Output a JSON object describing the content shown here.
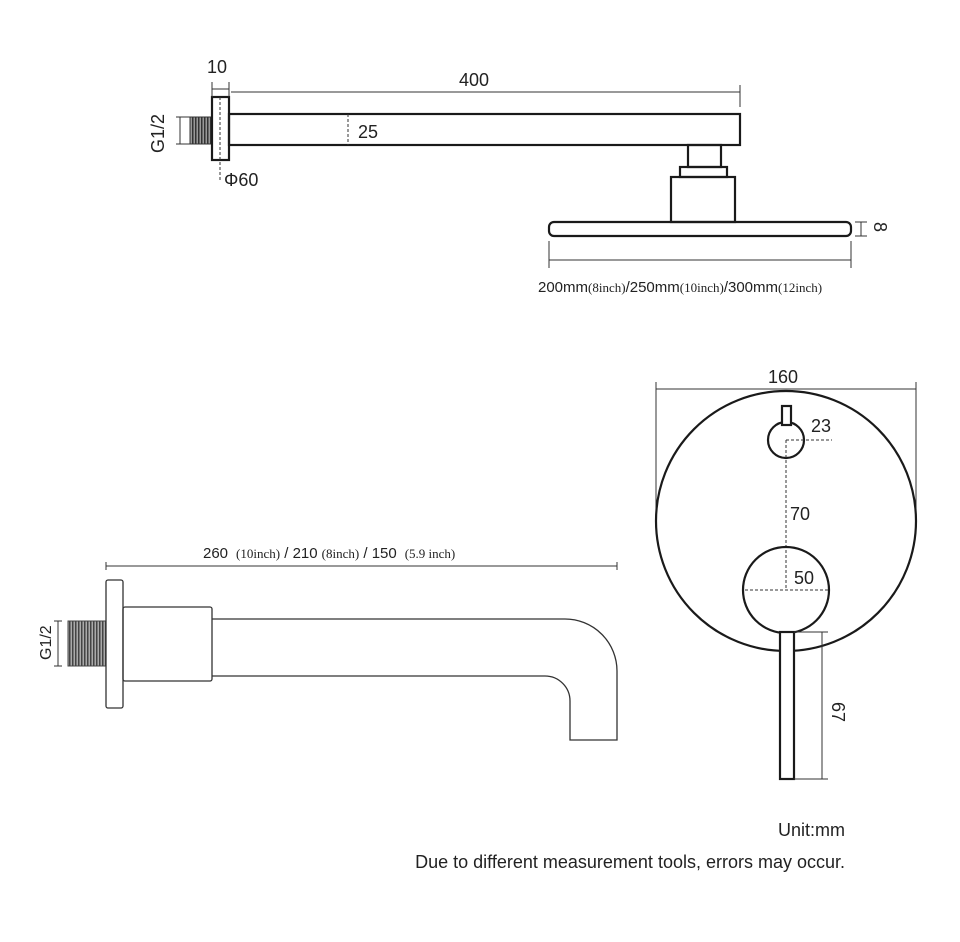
{
  "shower_arm": {
    "flange_thickness": "10",
    "arm_length": "400",
    "arm_height": "25",
    "thread": "G1/2",
    "flange_diameter": "Φ60",
    "head_thickness": "8",
    "head_sizes": {
      "a": "200mm",
      "a_in": "(8inch)",
      "sep1": "/",
      "b": "250mm",
      "b_in": "(10inch)",
      "sep2": "/",
      "c": "300mm",
      "c_in": "(12inch)"
    }
  },
  "spout": {
    "thread": "G1/2",
    "lengths": {
      "a": "260",
      "a_in": "(10inch)",
      "sep1": " / ",
      "b": "210",
      "b_in": "(8inch)",
      "sep2": " / ",
      "c": "150",
      "c_in": "(5.9 inch)"
    }
  },
  "mixer": {
    "plate_diameter": "160",
    "diverter_diameter": "23",
    "center_distance": "70",
    "handle_diameter": "50",
    "lever_length": "67"
  },
  "notes": {
    "unit": "Unit:mm",
    "disclaimer": "Due to different measurement tools, errors may occur."
  }
}
